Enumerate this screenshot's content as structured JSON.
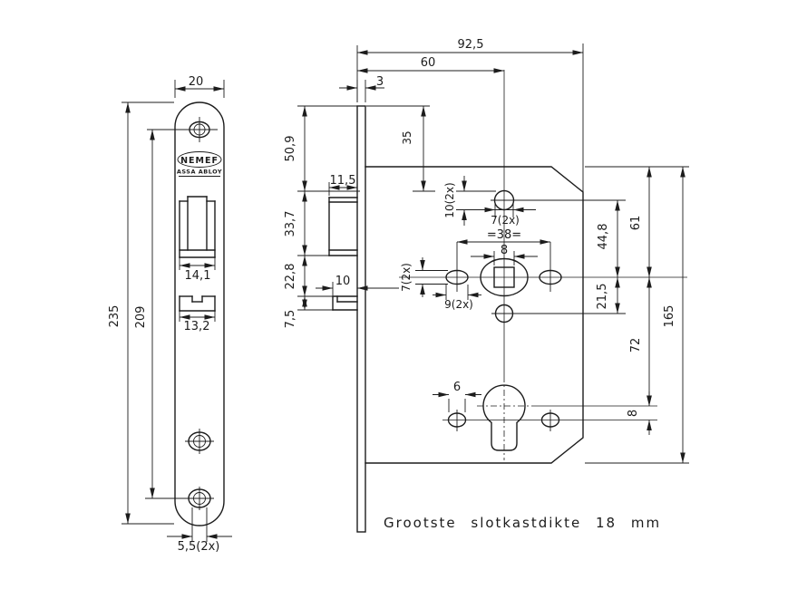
{
  "logo": {
    "brand": "NEMEF",
    "sub": "ASSA ABLOY"
  },
  "front_view": {
    "plate_width": "20",
    "plate_height": "235",
    "screw_span": "209",
    "latch_cutout_width": "14,1",
    "bolt_cutout_width": "13,2",
    "screw_hole_dia": "5,5(2x)"
  },
  "side_view": {
    "case_total_depth": "92,5",
    "backset": "60",
    "plate_thickness": "3",
    "top_to_latch": "50,9",
    "latch_height": "33,7",
    "latch_to_bolt": "22,8",
    "bolt_height": "7,5",
    "latch_protrusion": "11,5",
    "bolt_protrusion": "10",
    "case_top_offset": "35",
    "top_hole_height": "10(2x)",
    "top_hole_width": "7(2x)",
    "handle_hole_span": "=38=",
    "spindle_square": "8",
    "side_hole_height": "7(2x)",
    "side_hole_width": "9(2x)",
    "top_to_follower": "61",
    "hole_to_follower": "44,8",
    "follower_to_hole": "21,5",
    "follower_to_cylinder": "72",
    "cylinder_offset": "8",
    "case_height": "165",
    "cylinder_screw_dia": "6"
  },
  "note": "Grootste slotkastdikte 18 mm"
}
